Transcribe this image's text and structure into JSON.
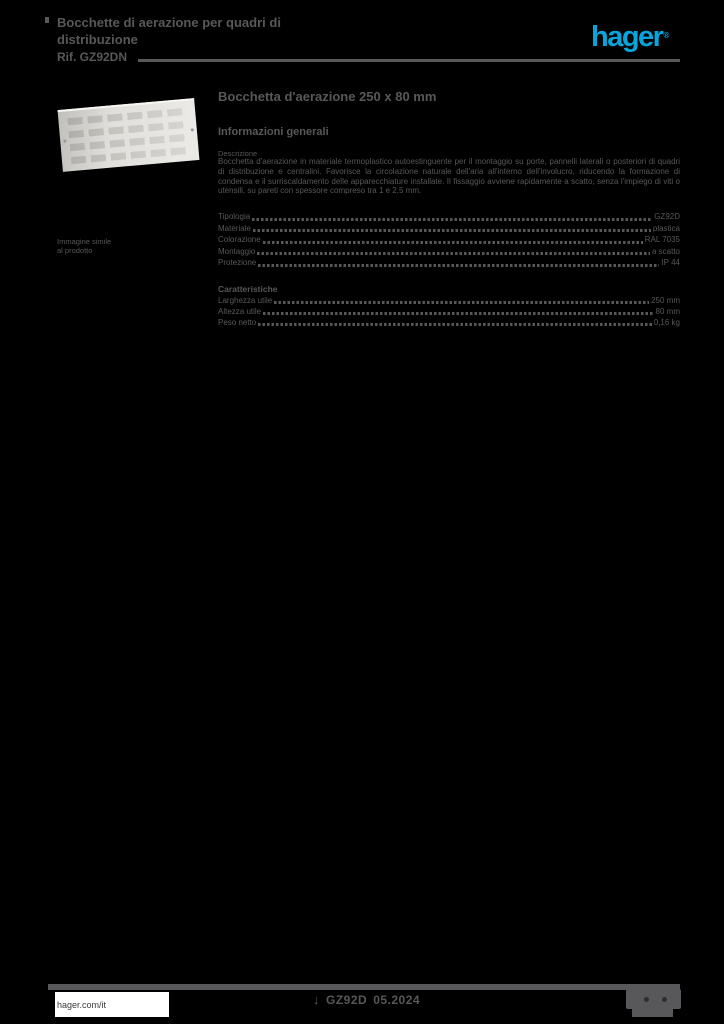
{
  "header": {
    "title_line1": "Bocchette di aerazione per quadri di",
    "title_line2": "distribuzione",
    "code": "Rif. GZ92DN",
    "logo_text": "hager",
    "logo_registered": "®"
  },
  "photo": {
    "caption_line1": "Immagine simile",
    "caption_line2": "al prodotto"
  },
  "product": {
    "heading": "Bocchetta d'aerazione 250 x 80 mm",
    "section1_title": "Informazioni generali",
    "description_label": "Descrizione",
    "description": "Bocchetta d'aerazione in materiale termoplastico autoestinguente per il montaggio su porte, pannelli laterali o posteriori di quadri di distribuzione e centralini. Favorisce la circolazione naturale dell'aria all'interno dell'involucro, riducendo la formazione di condensa e il surriscaldamento delle apparecchiature installate. Il fissaggio avviene rapidamente a scatto, senza l'impiego di viti o utensili, su pareti con spessore compreso tra 1 e 2,5 mm.",
    "specs": [
      {
        "label": "Tipologia",
        "value": "GZ92D"
      },
      {
        "label": "Materiale",
        "value": "plastica"
      },
      {
        "label": "Colorazione",
        "value": "RAL 7035"
      },
      {
        "label": "Montaggio",
        "value": "a scatto"
      },
      {
        "label": "Protezione",
        "value": "IP 44"
      }
    ],
    "section2_title": "Caratteristiche",
    "specs2": [
      {
        "label": "Larghezza utile",
        "value": "250 mm"
      },
      {
        "label": "Altezza utile",
        "value": "80 mm"
      },
      {
        "label": "Peso netto",
        "value": "0,16 kg"
      }
    ]
  },
  "footer": {
    "website": "hager.com/it",
    "center_code": "GZ92D",
    "center_extra": "05.2024"
  }
}
